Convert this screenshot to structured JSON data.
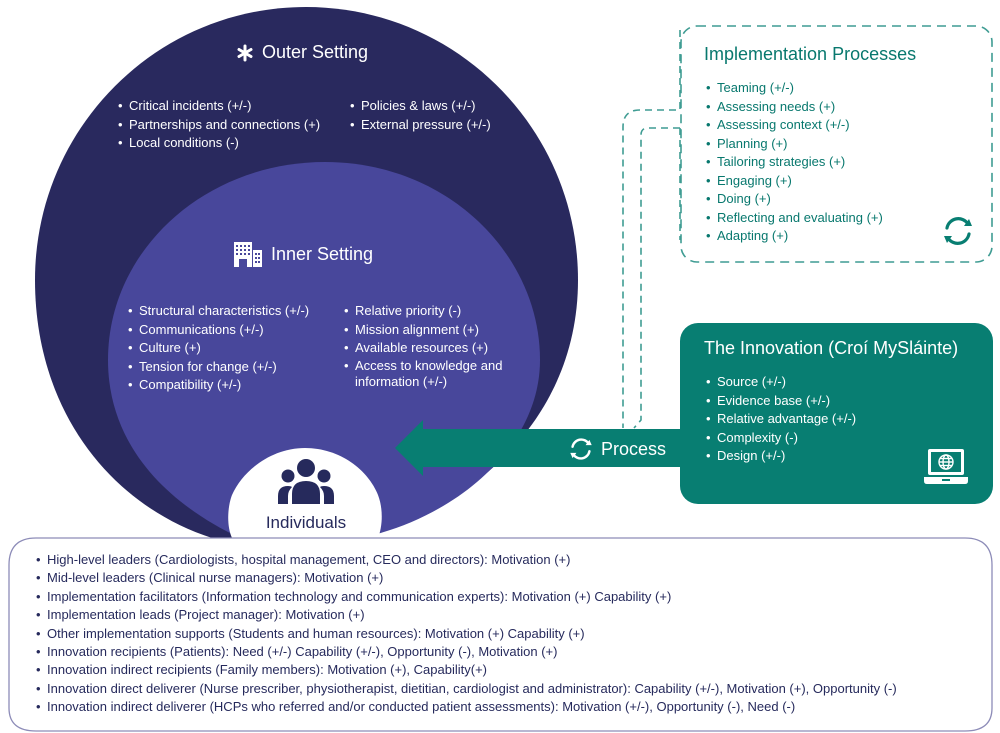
{
  "colors": {
    "outer_setting": "#29295e",
    "inner_setting": "#48479b",
    "teal": "#087e72",
    "teal_dash": "#3f9c93",
    "individuals_text": "#262a5c",
    "box_border": "#8d8cb8"
  },
  "outer_setting": {
    "title": "Outer Setting",
    "icon": "asterisk-icon",
    "items_left": [
      "Critical incidents (+/-)",
      "Partnerships and connections (+)",
      "Local conditions (-)"
    ],
    "items_right": [
      "Policies & laws (+/-)",
      "External pressure (+/-)"
    ]
  },
  "inner_setting": {
    "title": "Inner Setting",
    "icon": "building-icon",
    "items_left": [
      "Structural characteristics (+/-)",
      "Communications (+/-)",
      "Culture (+)",
      "Tension for change (+/-)",
      "Compatibility (+/-)"
    ],
    "items_right": [
      "Relative priority (-)",
      "Mission alignment (+)",
      "Available resources (+)",
      "Access to knowledge and information (+/-)"
    ]
  },
  "implementation_processes": {
    "title": "Implementation Processes",
    "icon": "cycle-icon",
    "items": [
      "Teaming (+/-)",
      "Assessing needs (+)",
      "Assessing context (+/-)",
      "Planning (+)",
      "Tailoring strategies (+)",
      "Engaging (+)",
      "Doing (+)",
      "Reflecting and evaluating (+)",
      "Adapting (+)"
    ]
  },
  "innovation": {
    "title": "The Innovation (Croí MySláinte)",
    "icon": "laptop-globe-icon",
    "items": [
      "Source (+/-)",
      "Evidence base (+/-)",
      "Relative advantage (+/-)",
      "Complexity (-)",
      "Design (+/-)"
    ]
  },
  "process_arrow": {
    "label": "Process",
    "icon": "cycle-icon"
  },
  "individuals": {
    "title": "Individuals",
    "icon": "people-group-icon",
    "items": [
      "High-level leaders (Cardiologists, hospital management, CEO and directors): Motivation (+)",
      "Mid-level leaders (Clinical nurse managers): Motivation (+)",
      "Implementation facilitators (Information technology and communication experts): Motivation (+) Capability (+)",
      "Implementation leads (Project manager): Motivation (+)",
      "Other implementation supports (Students and human resources): Motivation (+) Capability (+)",
      "Innovation recipients (Patients): Need (+/-) Capability (+/-), Opportunity (-), Motivation (+)",
      "Innovation indirect recipients (Family members): Motivation (+), Capability(+)",
      "Innovation direct deliverer (Nurse prescriber, physiotherapist, dietitian, cardiologist and administrator): Capability (+/-), Motivation (+), Opportunity (-)",
      "Innovation indirect deliverer (HCPs who referred and/or conducted patient assessments): Motivation (+/-), Opportunity (-), Need (-)"
    ]
  }
}
